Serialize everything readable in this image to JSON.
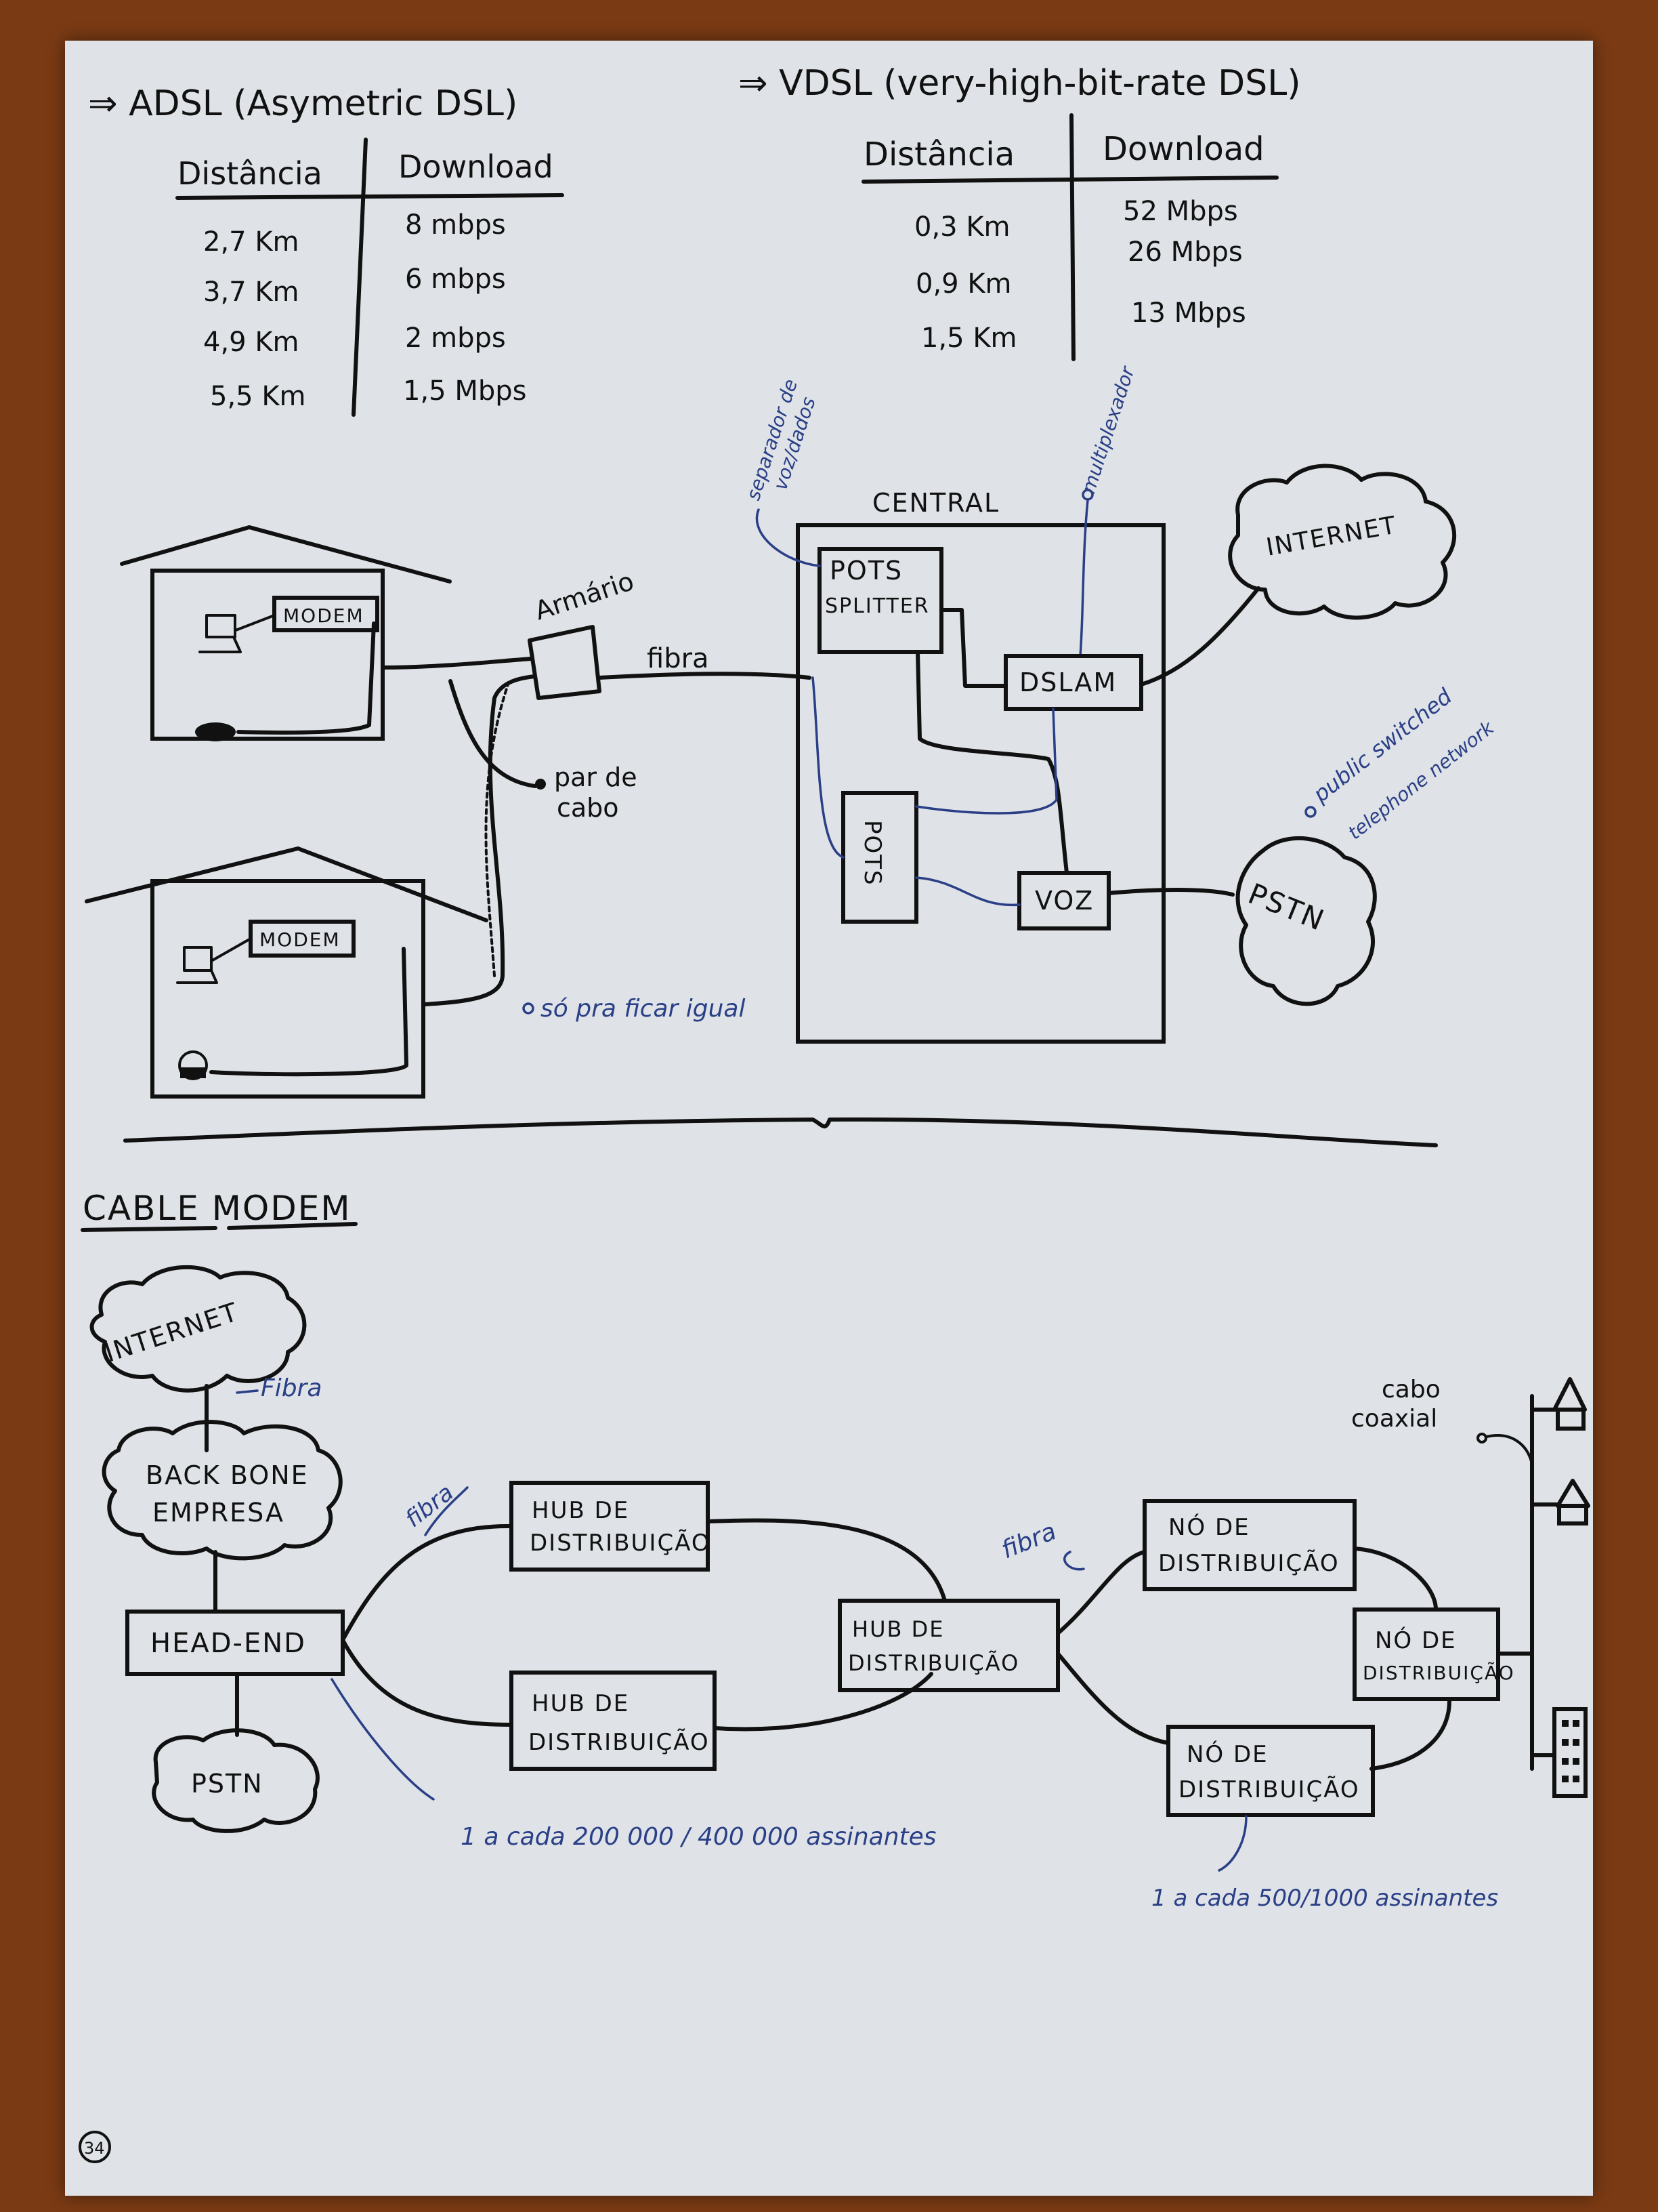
{
  "adsl": {
    "title": "⇒ ADSL (Asymetric DSL)",
    "col_distance": "Distância",
    "col_download": "Download",
    "rows": [
      {
        "distance": "2,7 Km",
        "download": "8 mbps"
      },
      {
        "distance": "3,7 Km",
        "download": "6 mbps"
      },
      {
        "distance": "4,9 Km",
        "download": "2 mbps"
      },
      {
        "distance": "5,5 Km",
        "download": "1,5 Mbps"
      }
    ]
  },
  "vdsl": {
    "title": "⇒ VDSL (very-high-bit-rate DSL)",
    "col_distance": "Distância",
    "col_download": "Download",
    "rows": [
      {
        "distance": "0,3 Km",
        "download": "52 Mbps"
      },
      {
        "distance": "0,9 Km",
        "download": "26 Mbps"
      },
      {
        "distance": "1,5 Km",
        "download": "13 Mbps"
      }
    ]
  },
  "dsl_diagram": {
    "modem_top": "MODEM",
    "modem_bottom": "MODEM",
    "armario": "Armário",
    "fibra": "fibra",
    "par_de_cabo_1": "par de",
    "par_de_cabo_2": "cabo",
    "so_pra_ficar_igual": "só pra ficar igual",
    "central": "CENTRAL",
    "pots_splitter_1": "POTS",
    "pots_splitter_2": "SPLITTER",
    "separador_1": "separador de",
    "separador_2": "voz/dados",
    "multiplexador": "multiplexador",
    "dslam": "DSLAM",
    "pots": "POTS",
    "voz": "VOZ",
    "internet": "INTERNET",
    "pstn": "PSTN",
    "public_switched_1": "public switched",
    "public_switched_2": "telephone network"
  },
  "cable_modem": {
    "title": "CABLE MODEM",
    "internet": "INTERNET",
    "fibra_1": "Fibra",
    "backbone_1": "BACK BONE",
    "backbone_2": "EMPRESA",
    "head_end": "HEAD-END",
    "pstn": "PSTN",
    "fibra_2": "fibra",
    "hub_top_1": "HUB DE",
    "hub_top_2": "DISTRIBUIÇÃO",
    "hub_bottom_1": "HUB DE",
    "hub_bottom_2": "DISTRIBUIÇÃO",
    "hub_mid_1": "HUB DE",
    "hub_mid_2": "DISTRIBUIÇÃO",
    "fibra_3": "fibra",
    "no_top_1": "NÓ DE",
    "no_top_2": "DISTRIBUIÇÃO",
    "no_right_1": "NÓ DE",
    "no_right_2": "DISTRIBUIÇÃO",
    "no_bottom_1": "NÓ DE",
    "no_bottom_2": "DISTRIBUIÇÃO",
    "cabo_coaxial_1": "cabo",
    "cabo_coaxial_2": "coaxial",
    "note_hub": "1 a cada 200 000 / 400 000 assinantes",
    "note_no": "1 a cada 500/1000 assinantes"
  },
  "page_number": "34"
}
